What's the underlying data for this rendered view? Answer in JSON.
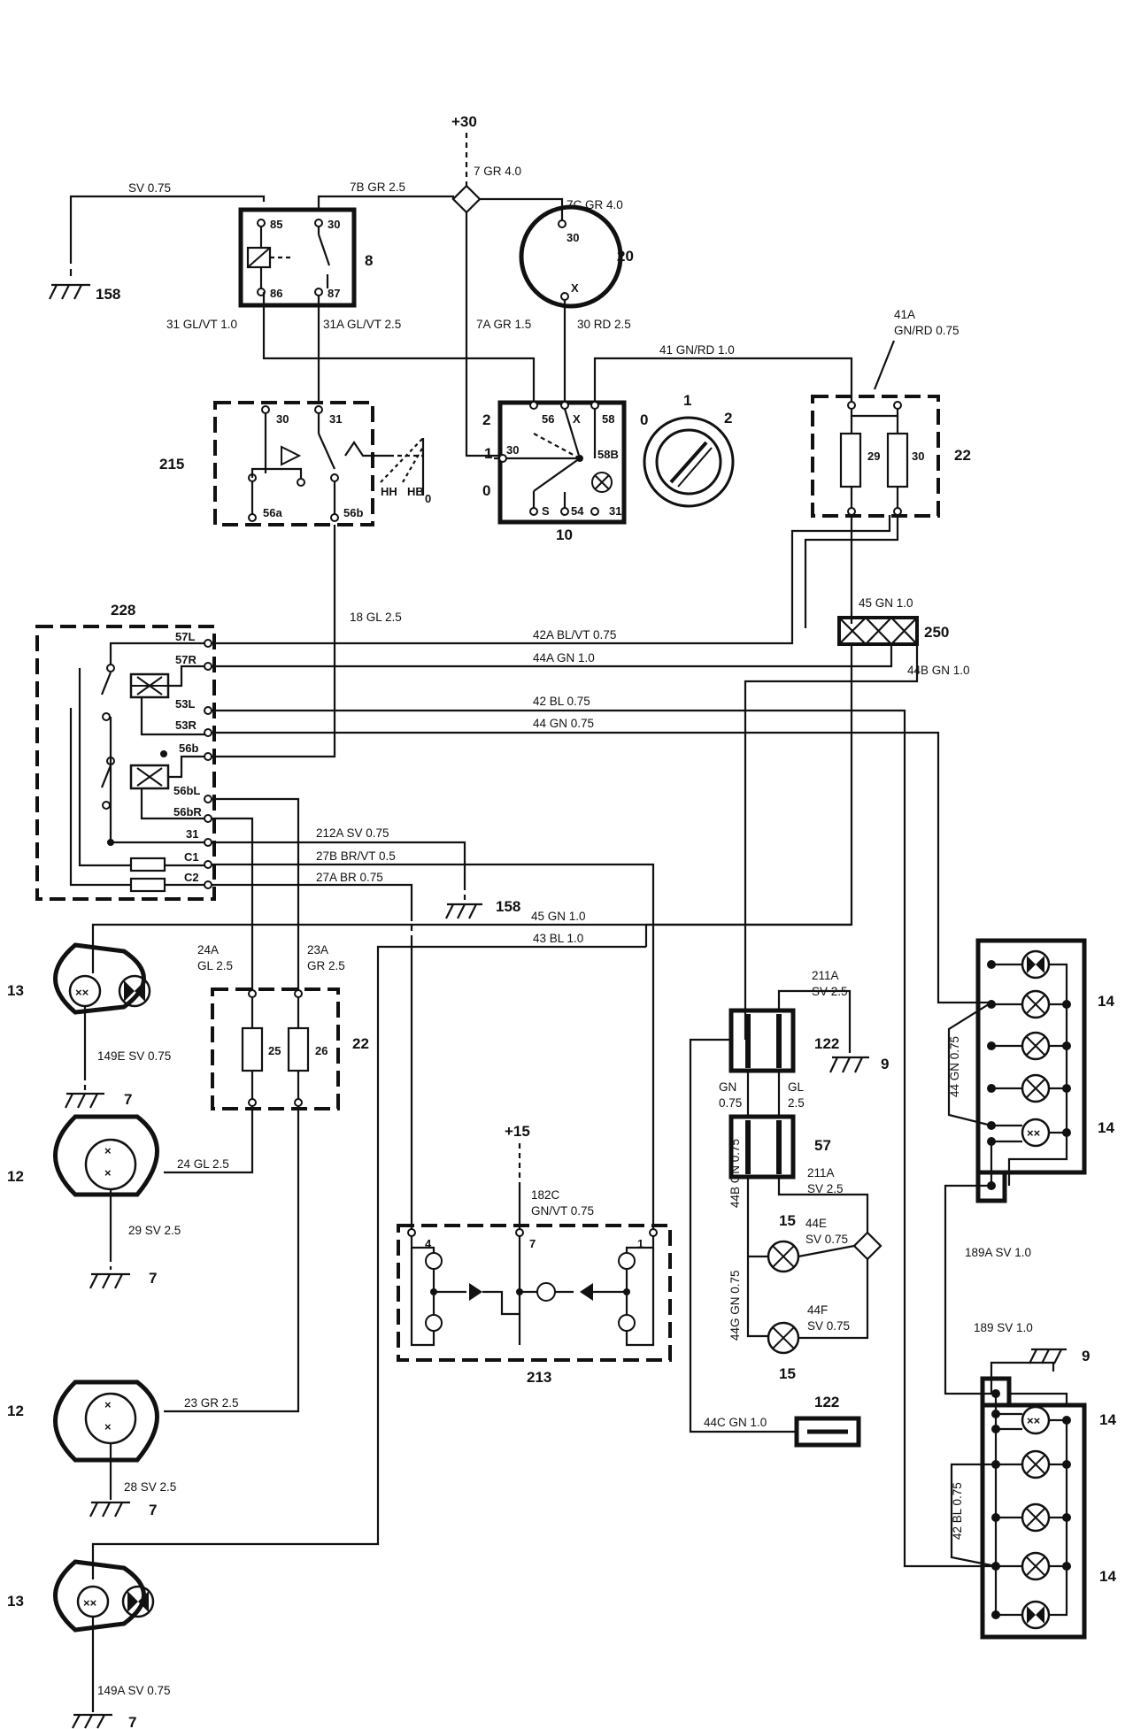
{
  "supplies": {
    "plus30": "+30",
    "plus15": "+15"
  },
  "grounds": {
    "g158a": "158",
    "g158b": "158",
    "g9a": "9",
    "g9b": "9",
    "g7a": "7",
    "g7b": "7",
    "g7c": "7",
    "g7d": "7"
  },
  "components": {
    "c8": "8",
    "c20": "20",
    "c215": "215",
    "c10": "10",
    "c22a": "22",
    "c22b": "22",
    "c228": "228",
    "c250": "250",
    "c13a": "13",
    "c13b": "13",
    "c12a": "12",
    "c12b": "12",
    "c213": "213",
    "c122a": "122",
    "c122b": "122",
    "c57": "57",
    "c14a": "14",
    "c14b": "14",
    "c14c": "14",
    "c14d": "14",
    "c15a": "15",
    "c15b": "15"
  },
  "pins": {
    "r85": "85",
    "r30": "30",
    "r86": "86",
    "r87": "87",
    "s30": "30",
    "s31": "31",
    "s56a": "56a",
    "s56b": "56b",
    "hh": "HH",
    "hb": "HB",
    "zero": "0",
    "sw56": "56",
    "swX": "X",
    "sw58": "58",
    "sw30": "30",
    "sw58B": "58B",
    "swS": "S",
    "sw54": "54",
    "sw31": "31",
    "pos1": "1",
    "pos2": "2",
    "pos0": "0",
    "k0": "0",
    "k1": "1",
    "k2": "2",
    "m30": "30",
    "mX": "X",
    "f29": "29",
    "f30": "30",
    "f25": "25",
    "f26": "26",
    "p57L": "57L",
    "p57R": "57R",
    "p53L": "53L",
    "p53R": "53R",
    "p56b": "56b",
    "p56bL": "56bL",
    "p56bR": "56bR",
    "p31": "31",
    "pC1": "C1",
    "pC2": "C2",
    "b4": "4",
    "b7": "7",
    "b1": "1"
  },
  "wires": {
    "sv075": "SV 0.75",
    "w7B": "7B GR 2.5",
    "w7": "7 GR 4.0",
    "w7C": "7C GR 4.0",
    "w31": "31 GL/VT 1.0",
    "w31A": "31A GL/VT 2.5",
    "w7A": "7A GR 1.5",
    "w30": "30 RD 2.5",
    "w41A": "41A",
    "w41Acol": "GN/RD 0.75",
    "w41": "41 GN/RD 1.0",
    "w45top": "45 GN 1.0",
    "w18": "18 GL 2.5",
    "w42A": "42A BL/VT 0.75",
    "w44A": "44A GN 1.0",
    "w44B": "44B GN 1.0",
    "w42": "42 BL 0.75",
    "w44": "44 GN 0.75",
    "w212A": "212A SV 0.75",
    "w27B": "27B BR/VT 0.5",
    "w27A": "27A BR 0.75",
    "w45": "45 GN 1.0",
    "w43": "43 BL 1.0",
    "w24Aa": "24A",
    "w24Ab": "GL 2.5",
    "w23Aa": "23A",
    "w23Ab": "GR 2.5",
    "w149E": "149E SV 0.75",
    "w24": "24 GL 2.5",
    "w29": "29 SV 2.5",
    "w23": "23 GR 2.5",
    "w28": "28 SV 2.5",
    "w149A": "149A SV 0.75",
    "w182Ca": "182C",
    "w182Cb": "GN/VT 0.75",
    "w211Aa": "211A",
    "w211Ab": "SV 2.5",
    "wGNa": "GN",
    "wGNb": "0.75",
    "wGLa": "GL",
    "wGLb": "2.5",
    "w211Ba": "211A",
    "w211Bb": "SV 2.5",
    "w44Bv": "44B GN 0.75",
    "w44Ea": "44E",
    "w44Eb": "SV 0.75",
    "w44Gv": "44G GN 0.75",
    "w44Fa": "44F",
    "w44Fb": "SV 0.75",
    "w44C": "44C GN 1.0",
    "w189A": "189A SV 1.0",
    "w189": "189 SV 1.0",
    "w44GNv": "44 GN 0.75",
    "w42BLv": "42 BL 0.75"
  }
}
